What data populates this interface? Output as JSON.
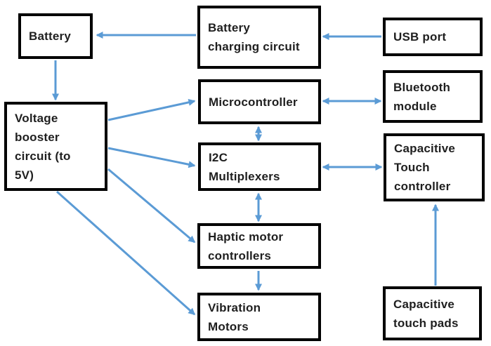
{
  "diagram": {
    "type": "block-diagram",
    "colors": {
      "arrow": "#5B9BD5",
      "box_border": "#000000",
      "box_fill": "#FFFFFF",
      "text": "#1F1F1F"
    },
    "nodes": {
      "battery": {
        "label": "Battery"
      },
      "charging_circuit": {
        "label": "Battery\ncharging circuit"
      },
      "usb_port": {
        "label": "USB port"
      },
      "voltage_booster": {
        "label": "Voltage\nbooster\ncircuit (to\n5V)"
      },
      "microcontroller": {
        "label": "Microcontroller"
      },
      "bluetooth_module": {
        "label": "Bluetooth\nmodule"
      },
      "i2c_multiplexers": {
        "label": "I2C\nMultiplexers"
      },
      "touch_controller": {
        "label": "Capacitive\nTouch\ncontroller"
      },
      "haptic_controllers": {
        "label": "Haptic motor\ncontrollers"
      },
      "vibration_motors": {
        "label": "Vibration\nMotors"
      },
      "touch_pads": {
        "label": "Capacitive\ntouch pads"
      }
    },
    "connections": [
      {
        "from": "usb_port",
        "to": "charging_circuit",
        "bidirectional": false
      },
      {
        "from": "charging_circuit",
        "to": "battery",
        "bidirectional": false
      },
      {
        "from": "battery",
        "to": "voltage_booster",
        "bidirectional": false
      },
      {
        "from": "voltage_booster",
        "to": "microcontroller",
        "bidirectional": false
      },
      {
        "from": "voltage_booster",
        "to": "i2c_multiplexers",
        "bidirectional": false
      },
      {
        "from": "voltage_booster",
        "to": "haptic_controllers",
        "bidirectional": false
      },
      {
        "from": "voltage_booster",
        "to": "vibration_motors",
        "bidirectional": false
      },
      {
        "from": "microcontroller",
        "to": "bluetooth_module",
        "bidirectional": true
      },
      {
        "from": "microcontroller",
        "to": "i2c_multiplexers",
        "bidirectional": true
      },
      {
        "from": "i2c_multiplexers",
        "to": "touch_controller",
        "bidirectional": true
      },
      {
        "from": "i2c_multiplexers",
        "to": "haptic_controllers",
        "bidirectional": true
      },
      {
        "from": "haptic_controllers",
        "to": "vibration_motors",
        "bidirectional": false
      },
      {
        "from": "touch_pads",
        "to": "touch_controller",
        "bidirectional": false
      }
    ]
  }
}
